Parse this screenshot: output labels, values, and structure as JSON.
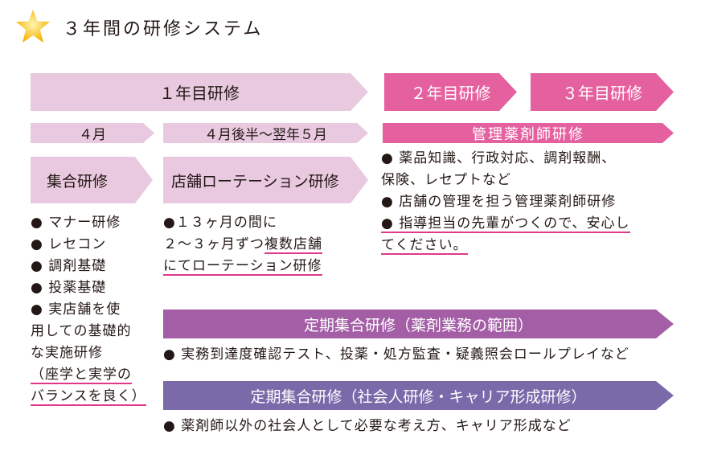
{
  "title": "３年間の研修システム",
  "colors": {
    "light": "#e8c9df",
    "pink": "#e5609f",
    "purple": "#a35ea6",
    "indigo": "#7a6aaa",
    "star": "#f5b800"
  },
  "year1": "１年目研修",
  "year2": "２年目研修",
  "year3": "３年目研修",
  "period1": "４月",
  "period2": "４月後半〜翌年５月",
  "manager": "管理薬剤師研修",
  "group": "集合研修",
  "rotation": "店舗ローテーション研修",
  "group_items": [
    "● マナー研修",
    "● レセコン",
    "● 調剤基礎",
    "● 投薬基礎",
    "● 実店舗を使",
    "用しての基礎的",
    "な実施研修",
    "（座学と実学の",
    "バランスを良く）"
  ],
  "rotation_items": [
    "●１３ヶ月の間に",
    "２〜３ヶ月ずつ",
    "複数店舗",
    "にてローテーション研修"
  ],
  "manager_items": [
    "● 薬品知識、行政対応、調剤報酬、",
    "保険、レセプトなど",
    "● 店舗の管理を担う管理薬剤師研修",
    "● 指導担当の先輩がつくので、安心し",
    "てください。"
  ],
  "regular1": "定期集合研修（薬剤業務の範囲）",
  "regular1_desc": "● 実務到達度確認テスト、投薬・処方監査・疑義照会ロールプレイなど",
  "regular2": "定期集合研修（社会人研修・キャリア形成研修）",
  "regular2_desc": "● 薬剤師以外の社会人として必要な考え方、キャリア形成など"
}
